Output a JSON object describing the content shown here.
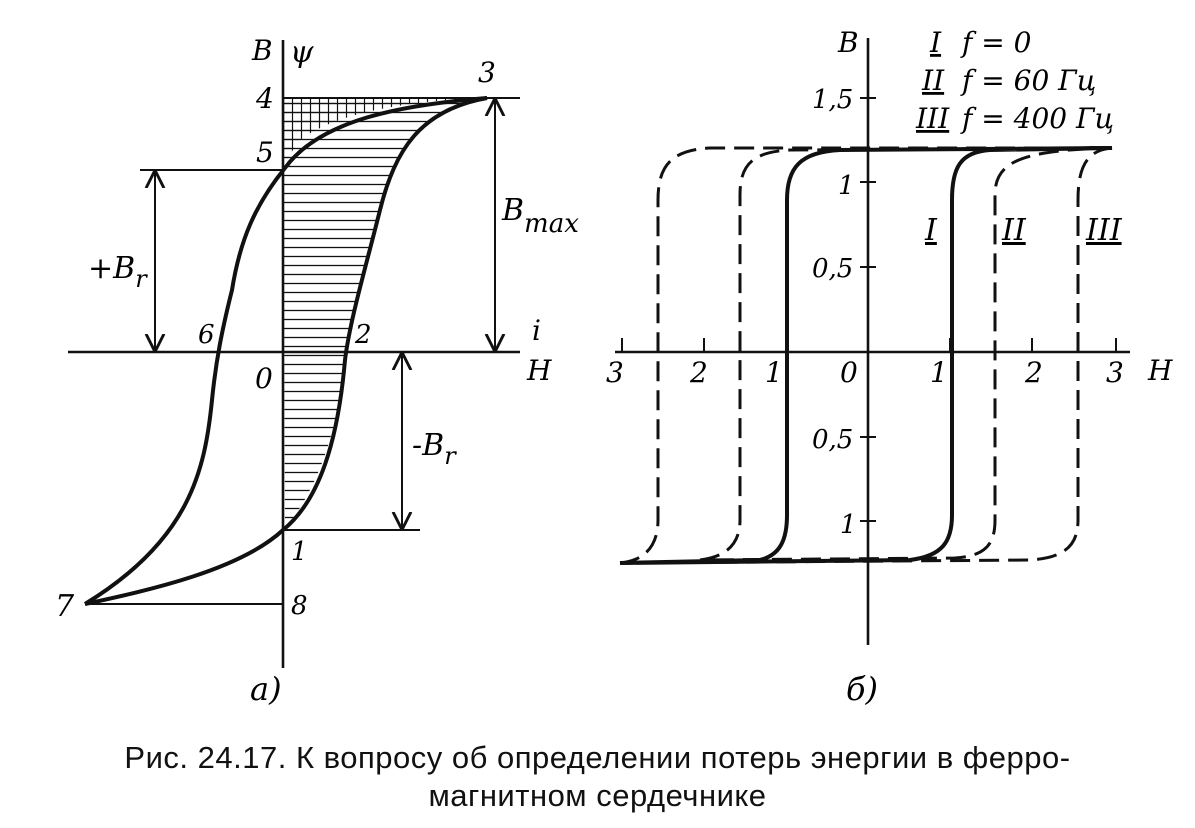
{
  "panel_a": {
    "axis_b": "B",
    "axis_psi": "ψ",
    "axis_i": "i",
    "axis_h": "H",
    "origin": "0",
    "points": [
      "1",
      "2",
      "3",
      "4",
      "5",
      "6",
      "7",
      "8"
    ],
    "plus_br": "+B",
    "minus_br": "-B",
    "br_sub": "r",
    "bmax": "B",
    "bmax_sub": "max",
    "panel_label": "а)"
  },
  "panel_b": {
    "axis_b": "B",
    "axis_h": "H",
    "y_ticks": [
      "1,5",
      "1",
      "0,5",
      "0,5",
      "1"
    ],
    "x_ticks": [
      "3",
      "2",
      "1",
      "0",
      "1",
      "2",
      "3"
    ],
    "legend": [
      {
        "roman": "I",
        "text": "f = 0"
      },
      {
        "roman": "II",
        "text": "f = 60 Гц"
      },
      {
        "roman": "III",
        "text": "f = 400 Гц"
      }
    ],
    "curve_labels": [
      "I",
      "II",
      "III"
    ],
    "panel_label": "б)"
  },
  "caption": {
    "line1": "Рис. 24.17. К вопросу об определении потерь энергии в ферро-",
    "line2": "магнитном сердечнике"
  }
}
